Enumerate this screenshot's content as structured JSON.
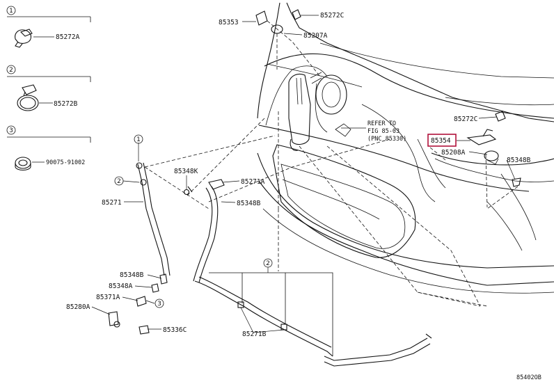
{
  "diagram": {
    "drawing_code": "85402OB",
    "legend": [
      {
        "number": "1",
        "part": "85272A"
      },
      {
        "number": "2",
        "part": "85272B"
      },
      {
        "number": "3",
        "part": "90075-91002"
      }
    ],
    "callouts": {
      "c85353": "85353",
      "c85272C_top": "85272C",
      "c85207A": "85207A",
      "c85272C_right": "85272C",
      "c85354": "85354",
      "c85208A": "85208A",
      "c85348B_right": "85348B",
      "c85348K": "85348K",
      "c85271A": "85271A",
      "c85348B_mid": "85348B",
      "c85271": "85271",
      "c85348B_left": "85348B",
      "c85348A": "85348A",
      "c85371A": "85371A",
      "c85280A": "85280A",
      "c85336C": "85336C",
      "c85271B": "85271B"
    },
    "refer_note": {
      "line1": "REFER TO",
      "line2": "FIG 85-03",
      "line3": "(PNC 85330)"
    },
    "circle_markers": {
      "m1": "1",
      "m2_left": "2",
      "m2_bottom": "2",
      "m3": "3"
    },
    "highlighted_part": "85354",
    "highlight_color": "#b0103a"
  }
}
